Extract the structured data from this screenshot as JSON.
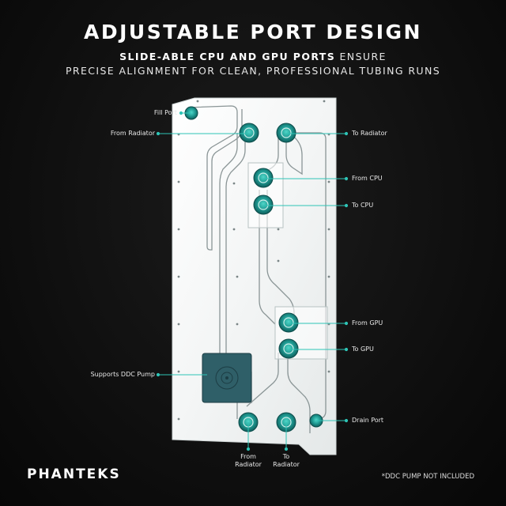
{
  "header": {
    "title": "ADJUSTABLE PORT DESIGN",
    "subtitle_bold": "SLIDE-ABLE CPU AND GPU PORTS",
    "subtitle_rest": " ENSURE",
    "subtitle_line2": "PRECISE ALIGNMENT FOR CLEAN, PROFESSIONAL TUBING RUNS"
  },
  "callouts": {
    "fill_port": "Fill Port",
    "from_radiator_top": "From Radiator",
    "to_radiator_top": "To Radiator",
    "from_cpu": "From CPU",
    "to_cpu": "To CPU",
    "from_gpu": "From GPU",
    "to_gpu": "To GPU",
    "ddc_pump": "Supports DDC Pump",
    "drain_port": "Drain Port",
    "from_radiator_bottom_1": "From",
    "from_radiator_bottom_2": "Radiator",
    "to_radiator_bottom_1": "To",
    "to_radiator_bottom_2": "Radiator"
  },
  "footer": {
    "brand": "PHANTEKS",
    "note": "*DDC PUMP NOT INCLUDED"
  },
  "colors": {
    "accent": "#2ec4b6",
    "port": "#1f8a86",
    "pump": "#2f5f68"
  }
}
